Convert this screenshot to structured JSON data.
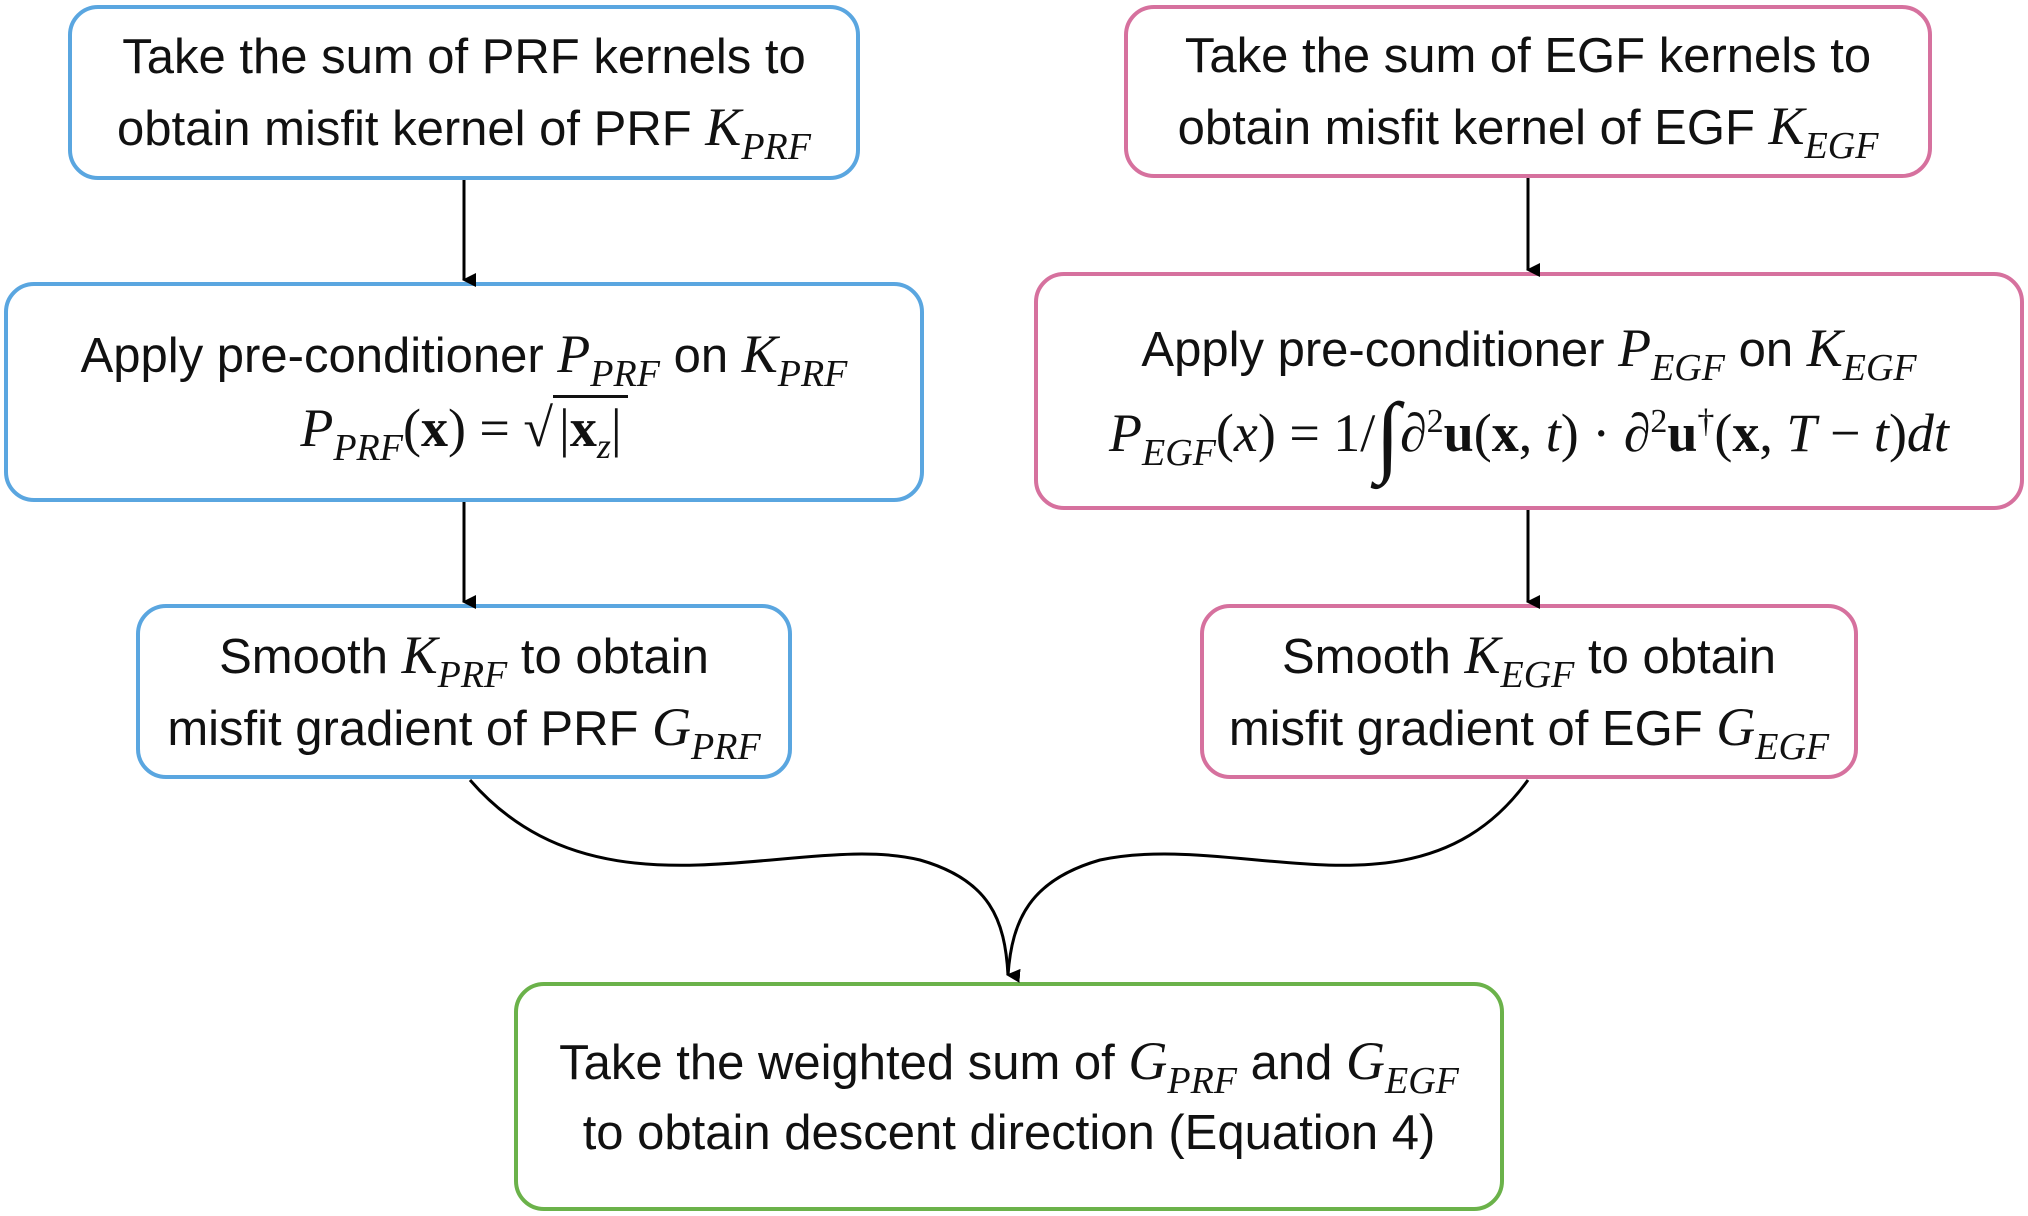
{
  "colors": {
    "prf_border": "#5aa6e0",
    "egf_border": "#d6719e",
    "combine_border": "#6bb24a",
    "arrow": "#000000"
  },
  "prf": {
    "sum": {
      "line1": "Take the sum of PRF kernels to",
      "line2_prefix": "obtain misfit kernel of PRF",
      "K": "K",
      "K_sub": "PRF"
    },
    "precond": {
      "line1_prefix": "Apply pre-conditioner",
      "P": "P",
      "P_sub": "PRF",
      "on": "on",
      "K": "K",
      "K_sub": "PRF",
      "formula": "P_PRF(x) = √|x_z|"
    },
    "smooth": {
      "prefix": "Smooth",
      "K": "K",
      "K_sub": "PRF",
      "suffix": "to obtain",
      "line2_prefix": "misfit gradient of PRF",
      "G": "G",
      "G_sub": "PRF"
    }
  },
  "egf": {
    "sum": {
      "line1": "Take the sum of EGF kernels to",
      "line2_prefix": "obtain misfit kernel of EGF",
      "K": "K",
      "K_sub": "EGF"
    },
    "precond": {
      "line1_prefix": "Apply pre-conditioner",
      "P": "P",
      "P_sub": "EGF",
      "on": "on",
      "K": "K",
      "K_sub": "EGF",
      "formula": "P_EGF(x) = 1/∫∂²u(x,t)·∂²u†(x,T−t)dt"
    },
    "smooth": {
      "prefix": "Smooth",
      "K": "K",
      "K_sub": "EGF",
      "suffix": "to obtain",
      "line2_prefix": "misfit gradient of EGF",
      "G": "G",
      "G_sub": "EGF"
    }
  },
  "combine": {
    "prefix": "Take the weighted sum of",
    "G1": "G",
    "G1_sub": "PRF",
    "and": "and",
    "G2": "G",
    "G2_sub": "EGF",
    "line2": "to obtain descent direction (Equation 4)"
  }
}
